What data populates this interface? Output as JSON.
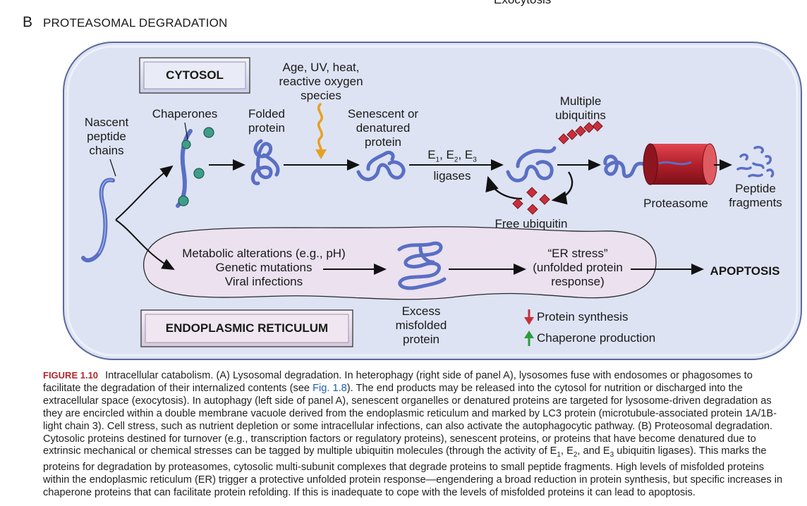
{
  "header": {
    "top_fragment": "Exocytosis",
    "panel_letter": "B",
    "panel_title": "PROTEASOMAL DEGRADATION"
  },
  "diagram": {
    "cytosol_label": "CYTOSOL",
    "er_label": "ENDOPLASMIC RETICULUM",
    "nascent": "Nascent\npeptide\nchains",
    "chaperones": "Chaperones",
    "folded": "Folded\nprotein",
    "stress": "Age, UV, heat,\nreactive oxygen\nspecies",
    "senescent": "Senescent or\ndenatured\nprotein",
    "e_ligases_a": "E1, E2, E3",
    "e_ligases_b": "ligases",
    "multiple_ub": "Multiple\nubiquitins",
    "free_ub": "Free ubiquitin",
    "proteasome": "Proteasome",
    "peptide": "Peptide\nfragments",
    "er_causes": "Metabolic alterations (e.g., pH)\nGenetic mutations\nViral infections",
    "excess": "Excess\nmisfolded\nprotein",
    "er_stress": "“ER stress”\n(unfolded protein\nresponse)",
    "apoptosis": "APOPTOSIS",
    "protein_synthesis": "Protein synthesis",
    "chaperone_production": "Chaperone production"
  },
  "colors": {
    "cytosol_fill": "#dde3f3",
    "er_fill": "#ebe1ef",
    "protein_blue": "#5a6fc4",
    "ubiquitin_red": "#c7303a",
    "stress_orange": "#e8a020",
    "proteasome_red": "#b8232e",
    "caption_red": "#b3262d",
    "link_blue": "#1f5fb0"
  },
  "caption": {
    "figure_label": "FIGURE 1.10",
    "text_1": "Intracellular catabolism. (A) Lysosomal degradation. In heterophagy (right side of panel A), lysosomes fuse with endosomes or phagosomes to facilitate the degradation of their internalized contents (see",
    "fig_ref": "Fig. 1.8",
    "text_2": "). The end products may be released into the cytosol for nutrition or discharged into the extracellular space (exocytosis). In autophagy (left side of panel A), senescent organelles or denatured proteins are targeted for lysosome-driven degradation as they are encircled within a double membrane vacuole derived from the endoplasmic reticulum and marked by LC3 protein (microtubule-associated protein 1A/1B-light chain 3). Cell stress, such as nutrient depletion or some intracellular infections, can also activate the autophagocytic pathway. (B) Proteosomal degradation. Cytosolic proteins destined for turnover (e.g., transcription factors or regulatory proteins), senescent proteins, or proteins that have become denatured due to extrinsic mechanical or chemical stresses can be tagged by multiple ubiquitin molecules (through the activity of E",
    "sub_1": "1",
    "sep_1": ", E",
    "sub_2": "2",
    "sep_2": ", and E",
    "sub_3": "3",
    "text_3": " ubiquitin ligases). This marks the proteins for degradation by proteasomes, cytosolic multi-subunit complexes that degrade proteins to small peptide fragments. High levels of misfolded proteins within the endoplasmic reticulum (ER) trigger a protective unfolded protein response—engendering a broad reduction in protein synthesis, but specific increases in chaperone proteins that can facilitate protein refolding. If this is inadequate to cope with the levels of misfolded proteins it can lead to apoptosis."
  }
}
